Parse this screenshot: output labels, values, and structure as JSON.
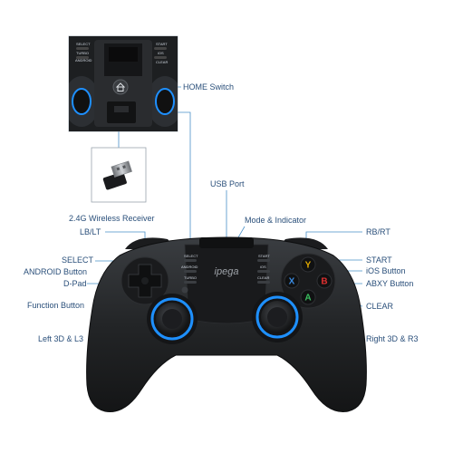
{
  "callouts": {
    "home_switch": "HOME Switch",
    "usb_port": "USB Port",
    "wireless_receiver": "2.4G Wireless Receiver",
    "mode_indicator": "Mode & Indicator",
    "lb_lt": "LB/LT",
    "rb_rt": "RB/RT",
    "select": "SELECT",
    "start": "START",
    "android_button": "ANDROID Button",
    "ios_button": "iOS Button",
    "d_pad": "D-Pad",
    "abxy_button": "ABXY Button",
    "function_button": "Function Button",
    "clear": "CLEAR",
    "left_3d": "Left 3D & L3",
    "right_3d": "Right 3D & R3"
  },
  "controller_labels": {
    "select": "SELECT",
    "android": "ANDROID",
    "turbo": "TURBO",
    "start": "START",
    "ios": "iOS",
    "clear": "CLEAR",
    "brand": "ipega"
  },
  "face_buttons": {
    "y": "Y",
    "b": "B",
    "x": "X",
    "a": "A"
  },
  "colors": {
    "label": "#2a4f7a",
    "line": "#4a90c8",
    "body": "#222426",
    "led": "#1e90ff",
    "y": "#e0a800",
    "b": "#e03030",
    "x": "#3a8ae0",
    "a": "#3ac060"
  }
}
